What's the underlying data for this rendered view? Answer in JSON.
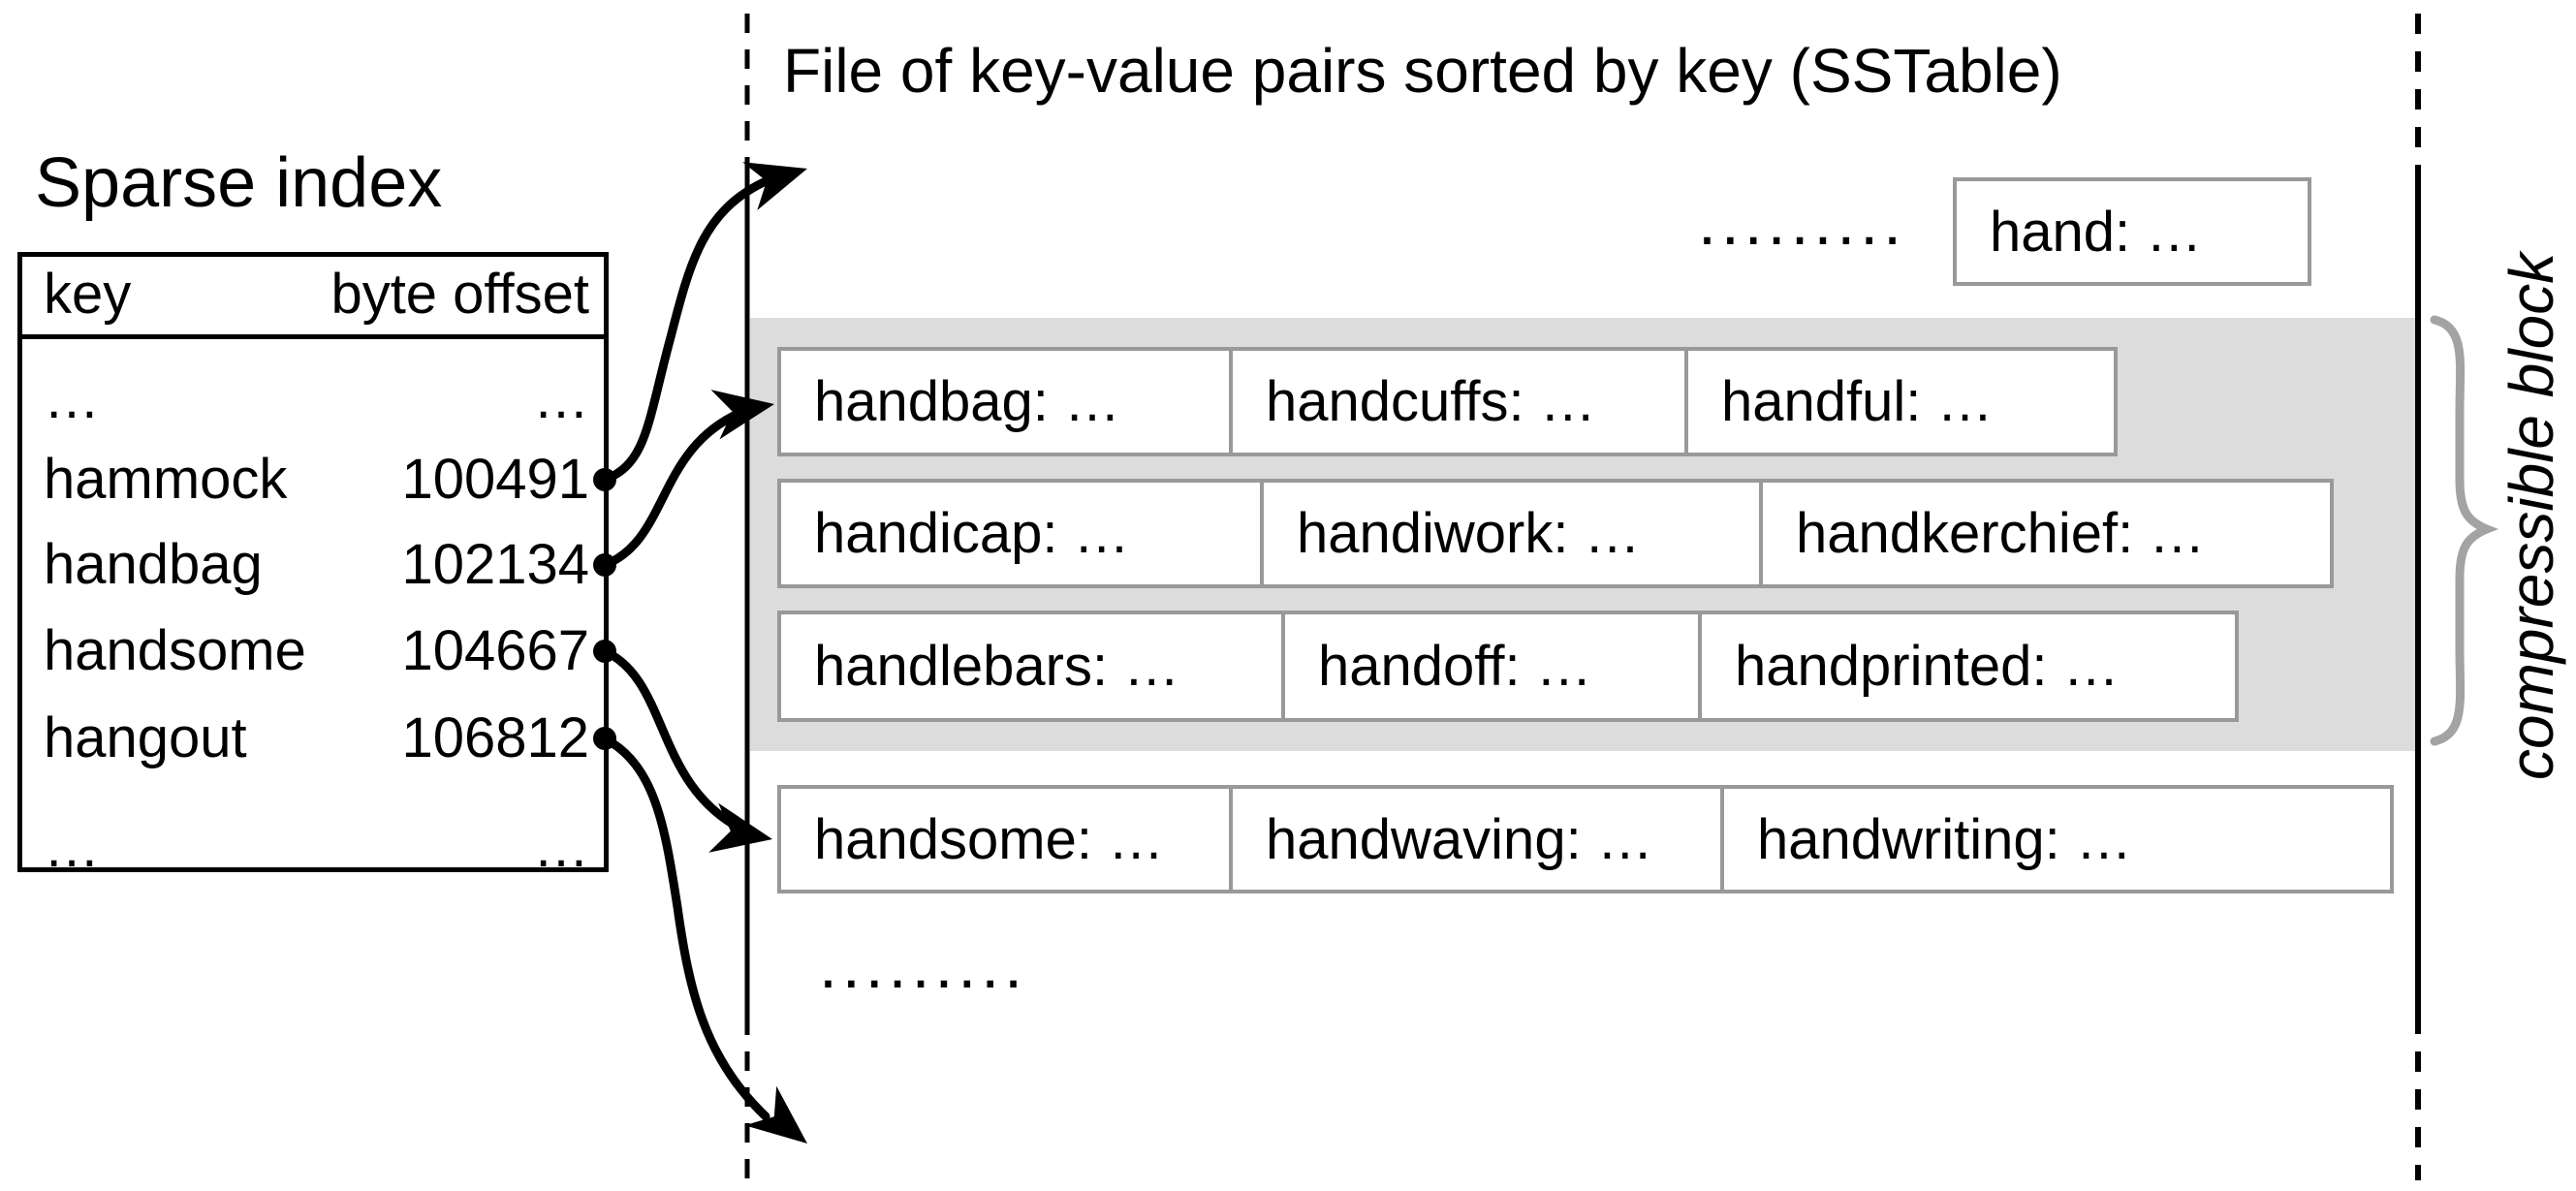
{
  "sparse_index": {
    "title": "Sparse index",
    "columns": [
      "key",
      "byte offset"
    ],
    "rows": [
      {
        "key": "…",
        "offset": "…"
      },
      {
        "key": "hammock",
        "offset": "100491"
      },
      {
        "key": "handbag",
        "offset": "102134"
      },
      {
        "key": "handsome",
        "offset": "104667"
      },
      {
        "key": "hangout",
        "offset": "106812"
      },
      {
        "key": "…",
        "offset": "…"
      }
    ]
  },
  "sstable": {
    "title": "File of key-value pairs sorted by key (SSTable)",
    "leading_ellipsis": ".........",
    "head_record": "hand: …",
    "rows": [
      [
        "handbag: …",
        "handcuffs: …",
        "handful: …"
      ],
      [
        "handicap: …",
        "handiwork: …",
        "handkerchief: …"
      ],
      [
        "handlebars: …",
        "handoff: …",
        "handprinted: …"
      ],
      [
        "handsome: …",
        "handwaving: …",
        "handwriting: …"
      ]
    ],
    "trailing_ellipsis": "........."
  },
  "annotations": {
    "compressible_block": "compressible block"
  },
  "colors": {
    "ink": "#000000",
    "record_border": "#999999",
    "block_fill": "#dcdcdc",
    "brace": "#a3a3a3"
  }
}
